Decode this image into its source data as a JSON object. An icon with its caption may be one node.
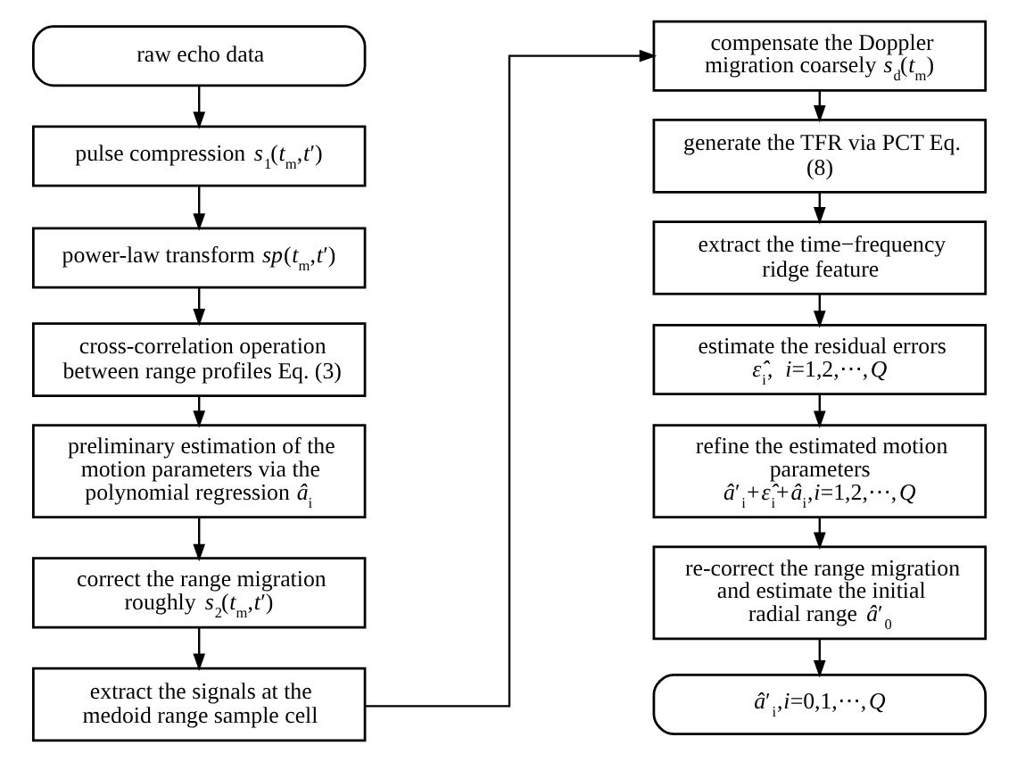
{
  "diagram": {
    "nodes": [
      {
        "text": [
          "raw echo data"
        ]
      },
      {
        "text": [
          "pulse compression *s*$_{1}$(*t*$_{m}$,*t*′)"
        ]
      },
      {
        "text": [
          "power-law transform *sp*(*t*$_{m}$,*t*′)"
        ]
      },
      {
        "text": [
          "cross-correlation operation between range profiles Eq. (3)"
        ]
      },
      {
        "text": [
          "preliminary estimation of the motion parameters via the polynomial regression *â*$_{i}$"
        ]
      },
      {
        "text": [
          "correct the range migration roughly *s*$_{2}$(*t*$_{m}$,*t*′)"
        ]
      },
      {
        "text": [
          "extract the signals at the medoid range sample cell"
        ]
      },
      {
        "text": [
          "compensate the Doppler migration coarsely *s*$_{d}$(*t*$_{m}$)"
        ]
      },
      {
        "text": [
          "generate the TFR via PCT Eq. (8)"
        ]
      },
      {
        "text": [
          "extract the time−frequency ridge feature"
        ]
      },
      {
        "text": [
          "estimate the residual errors *ε̂*$_{i}$, *i*=1,2,⋯,*Q*"
        ]
      },
      {
        "text": [
          "refine the estimated motion parameters *â*′$_{i}$+*ε̂*$_{i}$+*â*$_{i}$,*i*=1,2,⋯,*Q*"
        ]
      },
      {
        "text": [
          "re-correct the range migration and estimate the initial radial range *â*′$_{0}$"
        ]
      },
      {
        "text": [
          "*â*′$_{i}$,*i*=0,1,⋯,*Q*"
        ]
      }
    ],
    "edges": [
      {
        "from": 0,
        "to": 1,
        "arrow": "to"
      },
      {
        "from": 1,
        "to": 2,
        "arrow": "to"
      },
      {
        "from": 2,
        "to": 3,
        "arrow": "to"
      },
      {
        "from": 3,
        "to": 4,
        "arrow": "to"
      },
      {
        "from": 4,
        "to": 5,
        "arrow": "to"
      },
      {
        "from": 5,
        "to": 6,
        "arrow": "to"
      },
      {
        "from": 6,
        "to": 7,
        "arrow": "to"
      },
      {
        "from": 7,
        "to": 8,
        "arrow": "to"
      },
      {
        "from": 8,
        "to": 9,
        "arrow": "to"
      },
      {
        "from": 9,
        "to": 10,
        "arrow": "to"
      },
      {
        "from": 10,
        "to": 11,
        "arrow": "to"
      },
      {
        "from": 11,
        "to": 12,
        "arrow": "to"
      },
      {
        "from": 12,
        "to": 13,
        "arrow": "to"
      }
    ]
  }
}
